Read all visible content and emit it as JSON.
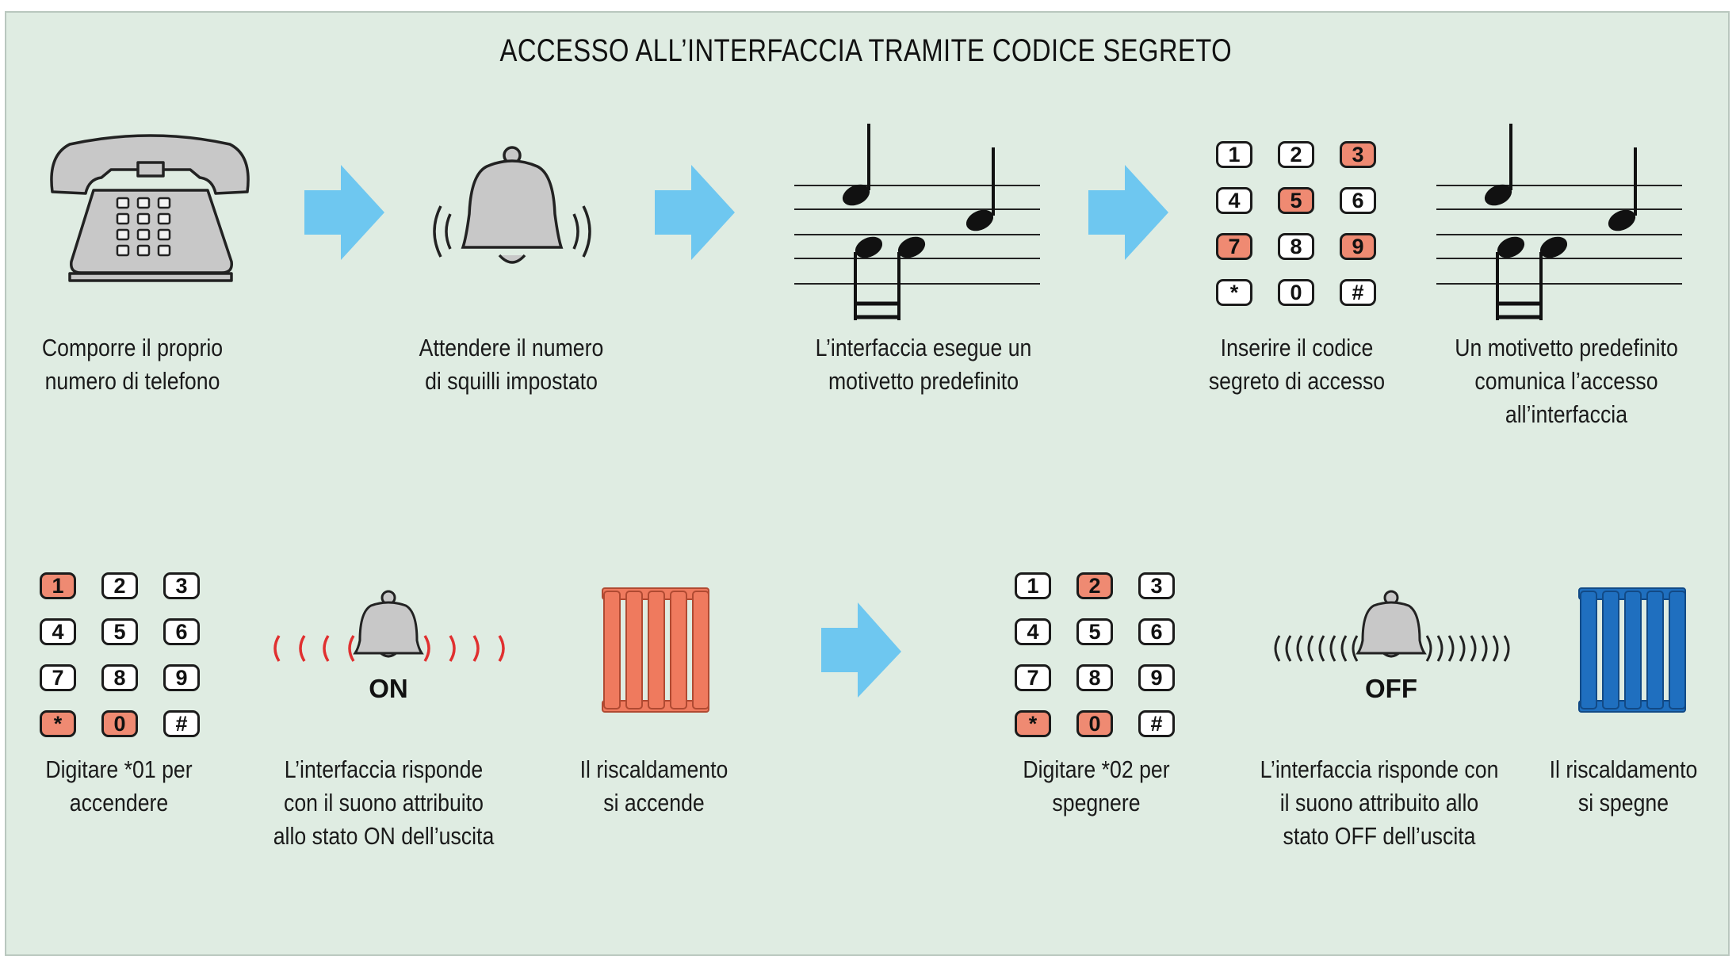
{
  "title": "ACCESSO ALL’INTERFACCIA TRAMITE CODICE SEGRETO",
  "colors": {
    "background": "#dfece2",
    "arrow": "#6ec7f0",
    "key_highlight": "#ef8a72",
    "radiator_on": "#ef7a5e",
    "radiator_off": "#1f6fbf",
    "ring_on": "#e03030",
    "device_gray": "#c8c8c8"
  },
  "icons": [
    "telephone-icon",
    "bell-icon",
    "music-notes-icon",
    "keypad-icon",
    "radiator-icon",
    "arrow-right-icon"
  ],
  "steps_top": [
    {
      "icon": "telephone-icon",
      "caption": [
        "Comporre il proprio",
        "numero di telefono"
      ]
    },
    {
      "icon": "bell-icon",
      "caption": [
        "Attendere il numero",
        "di squilli impostato"
      ]
    },
    {
      "icon": "music-notes-icon",
      "caption": [
        "L’interfaccia esegue un",
        "motivetto predefinito"
      ]
    },
    {
      "icon": "keypad-icon",
      "caption": [
        "Inserire il codice",
        "segreto di accesso"
      ]
    },
    {
      "icon": "music-notes-icon",
      "caption": [
        "Un motivetto predefinito",
        "comunica l’accesso",
        "all’interfaccia"
      ]
    }
  ],
  "steps_bottom": [
    {
      "icon": "keypad-icon",
      "caption": [
        "Digitare *01 per",
        "accendere"
      ]
    },
    {
      "icon": "bell-icon",
      "state": "ON",
      "caption": [
        "L’interfaccia risponde",
        "con il suono attribuito",
        "allo stato ON dell’uscita"
      ]
    },
    {
      "icon": "radiator-icon",
      "caption": [
        "Il riscaldamento",
        "si accende"
      ]
    },
    {
      "icon": "keypad-icon",
      "caption": [
        "Digitare *02 per",
        "spegnere"
      ]
    },
    {
      "icon": "bell-icon",
      "state": "OFF",
      "caption": [
        "L’interfaccia risponde con",
        "il suono attribuito allo",
        "stato OFF dell’uscita"
      ]
    },
    {
      "icon": "radiator-icon",
      "caption": [
        "Il riscaldamento",
        "si spegne"
      ]
    }
  ],
  "keypad_keys": [
    "1",
    "2",
    "3",
    "4",
    "5",
    "6",
    "7",
    "8",
    "9",
    "*",
    "0",
    "#"
  ],
  "keypads": {
    "access": [
      "3",
      "5",
      "7",
      "9"
    ],
    "on": [
      "1",
      "*",
      "0"
    ],
    "off": [
      "2",
      "*",
      "0"
    ]
  }
}
